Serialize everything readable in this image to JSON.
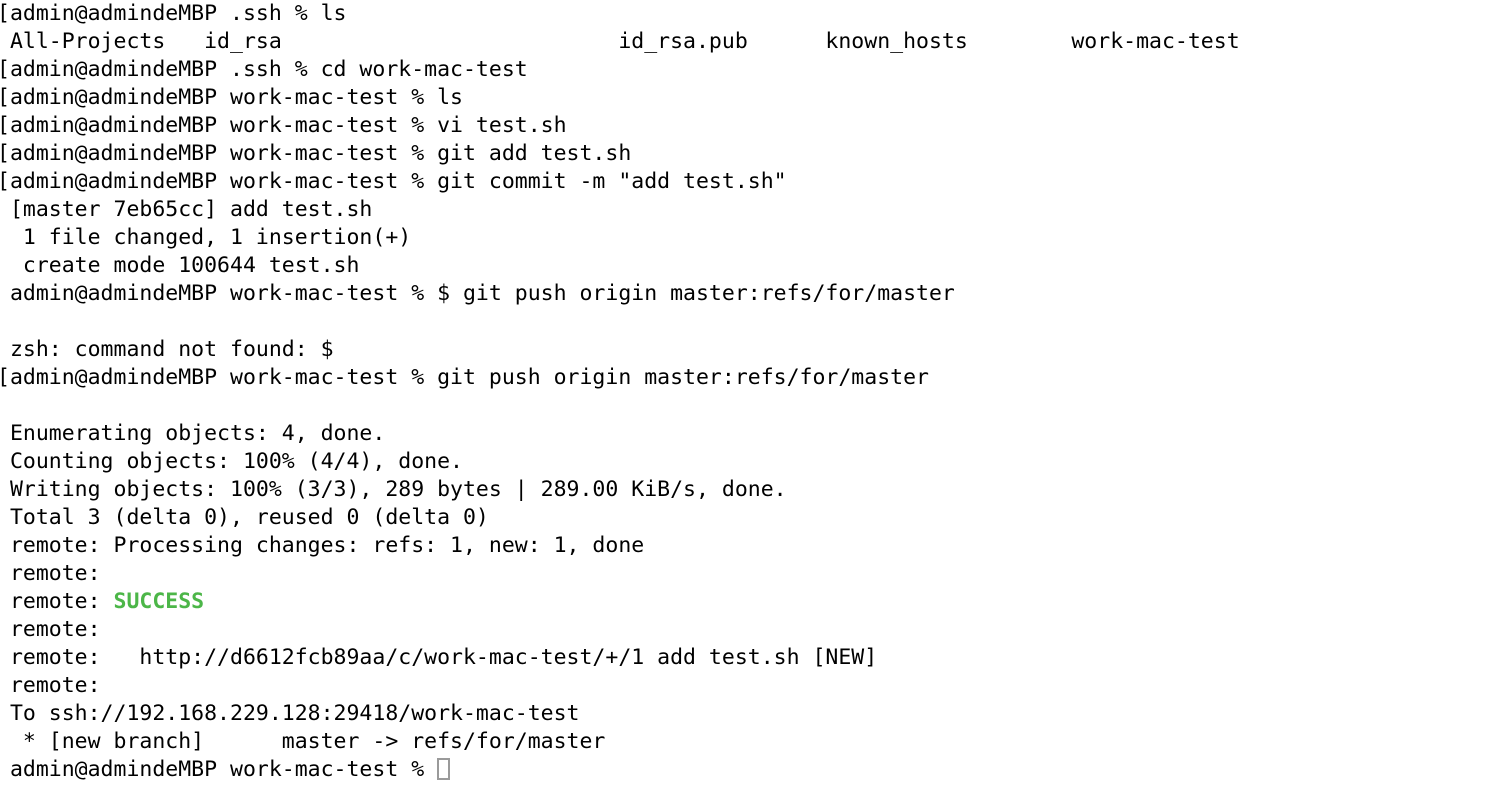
{
  "window": {
    "app": "Terminal",
    "shell": "zsh",
    "background_color": "#ffffff",
    "foreground_color": "#000000",
    "success_color": "#4cb648",
    "cursor_color": "#9a9a9a"
  },
  "prompt": {
    "user_host": "admin@admindeMBP",
    "dir_ssh": ".ssh",
    "dir_repo": "work-mac-test",
    "symbol": "%"
  },
  "ls_output": {
    "entries": [
      "All-Projects",
      "id_rsa",
      "id_rsa.pub",
      "known_hosts",
      "work-mac-test"
    ]
  },
  "commit": {
    "branch": "master",
    "hash": "7eb65cc",
    "message": "add test.sh",
    "files_changed": 1,
    "insertions": 1,
    "mode": "100644",
    "file": "test.sh"
  },
  "push": {
    "refspec": "master:refs/for/master",
    "remote_url": "ssh://192.168.229.128:29418/work-mac-test",
    "change_url": "http://d6612fcb89aa/c/work-mac-test/+/1",
    "enumerating": 4,
    "counting": "100% (4/4)",
    "writing": "100% (3/3), 289 bytes | 289.00 KiB/s",
    "total": "Total 3 (delta 0), reused 0 (delta 0)",
    "status": "SUCCESS",
    "change_state": "[NEW]",
    "branch_result": "[new branch]"
  },
  "error": {
    "text": "zsh: command not found: $"
  },
  "lines": [
    {
      "id": "l01",
      "kind": "prompt",
      "text": "[admin@admindeMBP .ssh % ls"
    },
    {
      "id": "l02",
      "kind": "output",
      "text": " All-Projects\tid_rsa\t\tid_rsa.pub\tknown_hosts\twork-mac-test"
    },
    {
      "id": "l03",
      "kind": "prompt",
      "text": "[admin@admindeMBP .ssh % cd work-mac-test"
    },
    {
      "id": "l04",
      "kind": "prompt",
      "text": "[admin@admindeMBP work-mac-test % ls"
    },
    {
      "id": "l05",
      "kind": "prompt",
      "text": "[admin@admindeMBP work-mac-test % vi test.sh"
    },
    {
      "id": "l06",
      "kind": "prompt",
      "text": "[admin@admindeMBP work-mac-test % git add test.sh"
    },
    {
      "id": "l07",
      "kind": "prompt",
      "text": "[admin@admindeMBP work-mac-test % git commit -m \"add test.sh\""
    },
    {
      "id": "l08",
      "kind": "output",
      "text": " [master 7eb65cc] add test.sh"
    },
    {
      "id": "l09",
      "kind": "output",
      "text": "  1 file changed, 1 insertion(+)"
    },
    {
      "id": "l10",
      "kind": "output",
      "text": "  create mode 100644 test.sh"
    },
    {
      "id": "l11",
      "kind": "prompt",
      "text": " admin@admindeMBP work-mac-test % $ git push origin master:refs/for/master"
    },
    {
      "id": "l12",
      "kind": "blank",
      "text": ""
    },
    {
      "id": "l13",
      "kind": "error",
      "text": " zsh: command not found: $"
    },
    {
      "id": "l14",
      "kind": "prompt",
      "text": "[admin@admindeMBP work-mac-test % git push origin master:refs/for/master"
    },
    {
      "id": "l15",
      "kind": "blank",
      "text": ""
    },
    {
      "id": "l16",
      "kind": "output",
      "text": " Enumerating objects: 4, done."
    },
    {
      "id": "l17",
      "kind": "output",
      "text": " Counting objects: 100% (4/4), done."
    },
    {
      "id": "l18",
      "kind": "output",
      "text": " Writing objects: 100% (3/3), 289 bytes | 289.00 KiB/s, done."
    },
    {
      "id": "l19",
      "kind": "output",
      "text": " Total 3 (delta 0), reused 0 (delta 0)"
    },
    {
      "id": "l20",
      "kind": "output",
      "text": " remote: Processing changes: refs: 1, new: 1, done"
    },
    {
      "id": "l21",
      "kind": "output",
      "text": " remote: "
    },
    {
      "id": "l22",
      "kind": "success",
      "prefix": " remote: ",
      "token": "SUCCESS",
      "suffix": ""
    },
    {
      "id": "l23",
      "kind": "output",
      "text": " remote: "
    },
    {
      "id": "l24",
      "kind": "output",
      "text": " remote:   http://d6612fcb89aa/c/work-mac-test/+/1 add test.sh [NEW]"
    },
    {
      "id": "l25",
      "kind": "output",
      "text": " remote: "
    },
    {
      "id": "l26",
      "kind": "output",
      "text": " To ssh://192.168.229.128:29418/work-mac-test"
    },
    {
      "id": "l27",
      "kind": "output",
      "text": "  * [new branch]      master -> refs/for/master"
    },
    {
      "id": "l28",
      "kind": "cursor",
      "text": " admin@admindeMBP work-mac-test % "
    }
  ]
}
